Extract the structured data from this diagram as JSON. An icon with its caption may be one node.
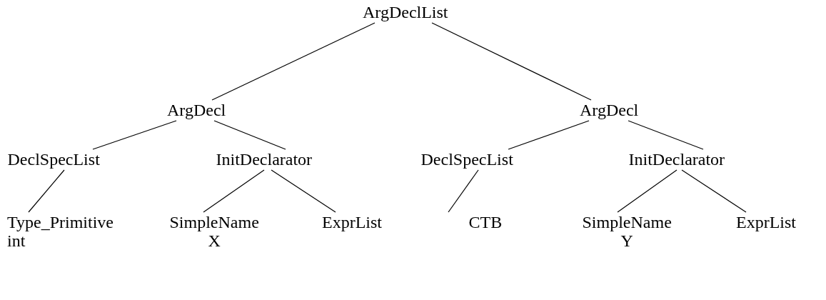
{
  "diagram": {
    "nodes": [
      {
        "text": [
          "ArgDeclList"
        ]
      },
      {
        "text": [
          "ArgDecl"
        ]
      },
      {
        "text": [
          "ArgDecl"
        ]
      },
      {
        "text": [
          "DeclSpecList"
        ]
      },
      {
        "text": [
          "InitDeclarator"
        ]
      },
      {
        "text": [
          "DeclSpecList"
        ]
      },
      {
        "text": [
          "InitDeclarator"
        ]
      },
      {
        "text": [
          "Type_Primitive",
          "int"
        ]
      },
      {
        "text": [
          "SimpleName",
          "X"
        ]
      },
      {
        "text": [
          "ExprList"
        ]
      },
      {
        "text": [
          "CTB"
        ]
      },
      {
        "text": [
          "SimpleName",
          "Y"
        ]
      },
      {
        "text": [
          "ExprList"
        ]
      }
    ],
    "edges": [
      {
        "from": 0,
        "to": 1,
        "arrow": "none"
      },
      {
        "from": 0,
        "to": 2,
        "arrow": "none"
      },
      {
        "from": 1,
        "to": 3,
        "arrow": "none"
      },
      {
        "from": 1,
        "to": 4,
        "arrow": "none"
      },
      {
        "from": 2,
        "to": 5,
        "arrow": "none"
      },
      {
        "from": 2,
        "to": 6,
        "arrow": "none"
      },
      {
        "from": 3,
        "to": 7,
        "arrow": "none"
      },
      {
        "from": 4,
        "to": 8,
        "arrow": "none"
      },
      {
        "from": 4,
        "to": 9,
        "arrow": "none"
      },
      {
        "from": 5,
        "to": 10,
        "arrow": "none"
      },
      {
        "from": 6,
        "to": 11,
        "arrow": "none"
      },
      {
        "from": 6,
        "to": 12,
        "arrow": "none"
      }
    ]
  }
}
